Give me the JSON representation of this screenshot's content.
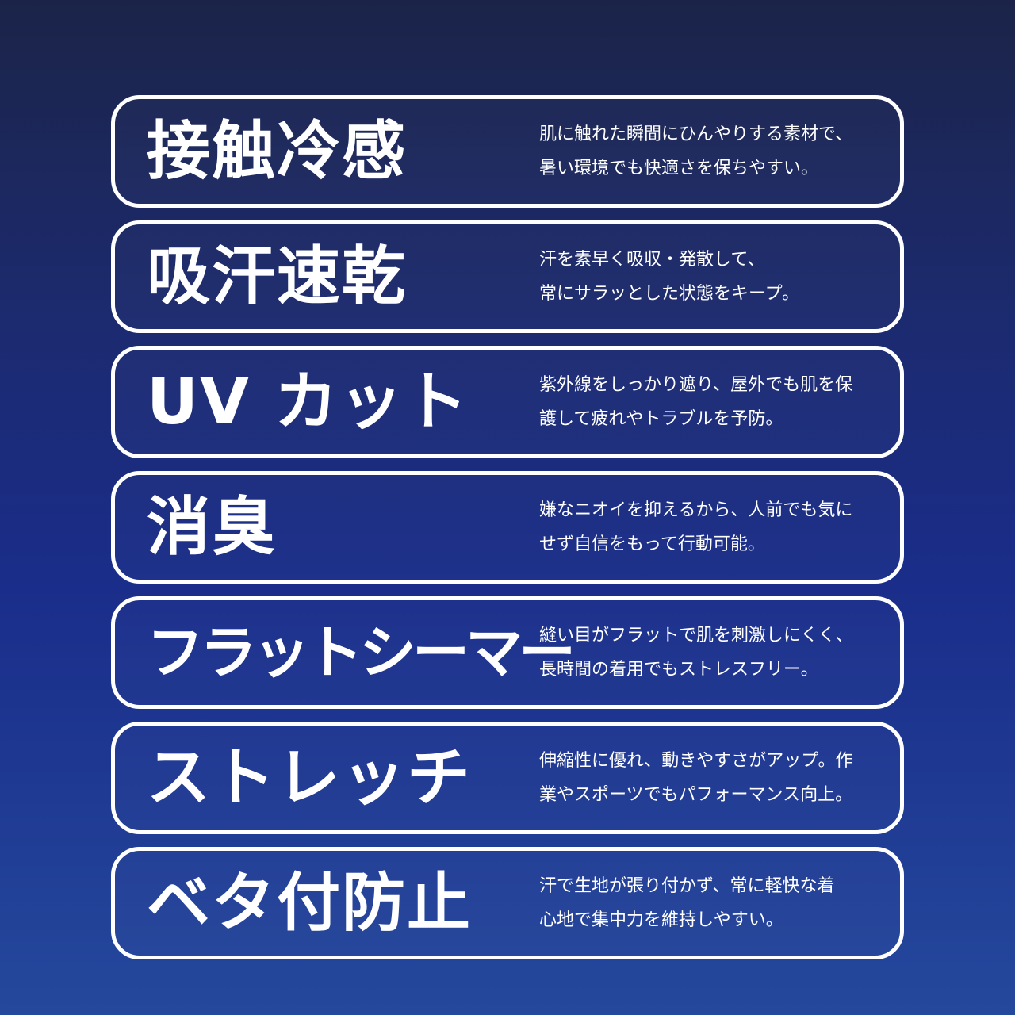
{
  "features": [
    {
      "title": "接触冷感",
      "desc_line1": "肌に触れた瞬間にひんやりする素材で、",
      "desc_line2": "暑い環境でも快適さを保ちやすい。"
    },
    {
      "title": "吸汗速乾",
      "desc_line1": "汗を素早く吸収・発散して、",
      "desc_line2": "常にサラッとした状態をキープ。"
    },
    {
      "title": "UV カット",
      "desc_line1": "紫外線をしっかり遮り、屋外でも肌を保",
      "desc_line2": "護して疲れやトラブルを予防。"
    },
    {
      "title": "消臭",
      "desc_line1": "嫌なニオイを抑えるから、人前でも気に",
      "desc_line2": "せず自信をもって行動可能。"
    },
    {
      "title": "フラットシーマー",
      "desc_line1": "縫い目がフラットで肌を刺激しにくく、",
      "desc_line2": "長時間の着用でもストレスフリー。"
    },
    {
      "title": "ストレッチ",
      "desc_line1": "伸縮性に優れ、動きやすさがアップ。作",
      "desc_line2": "業やスポーツでもパフォーマンス向上。"
    },
    {
      "title": "ベタ付防止",
      "desc_line1": "汗で生地が張り付かず、常に軽快な着",
      "desc_line2": "心地で集中力を維持しやすい。"
    }
  ],
  "colors": {
    "background_top": "#1b2448",
    "background_bottom": "#24489c",
    "card_border": "#ffffff",
    "text": "#ffffff"
  }
}
